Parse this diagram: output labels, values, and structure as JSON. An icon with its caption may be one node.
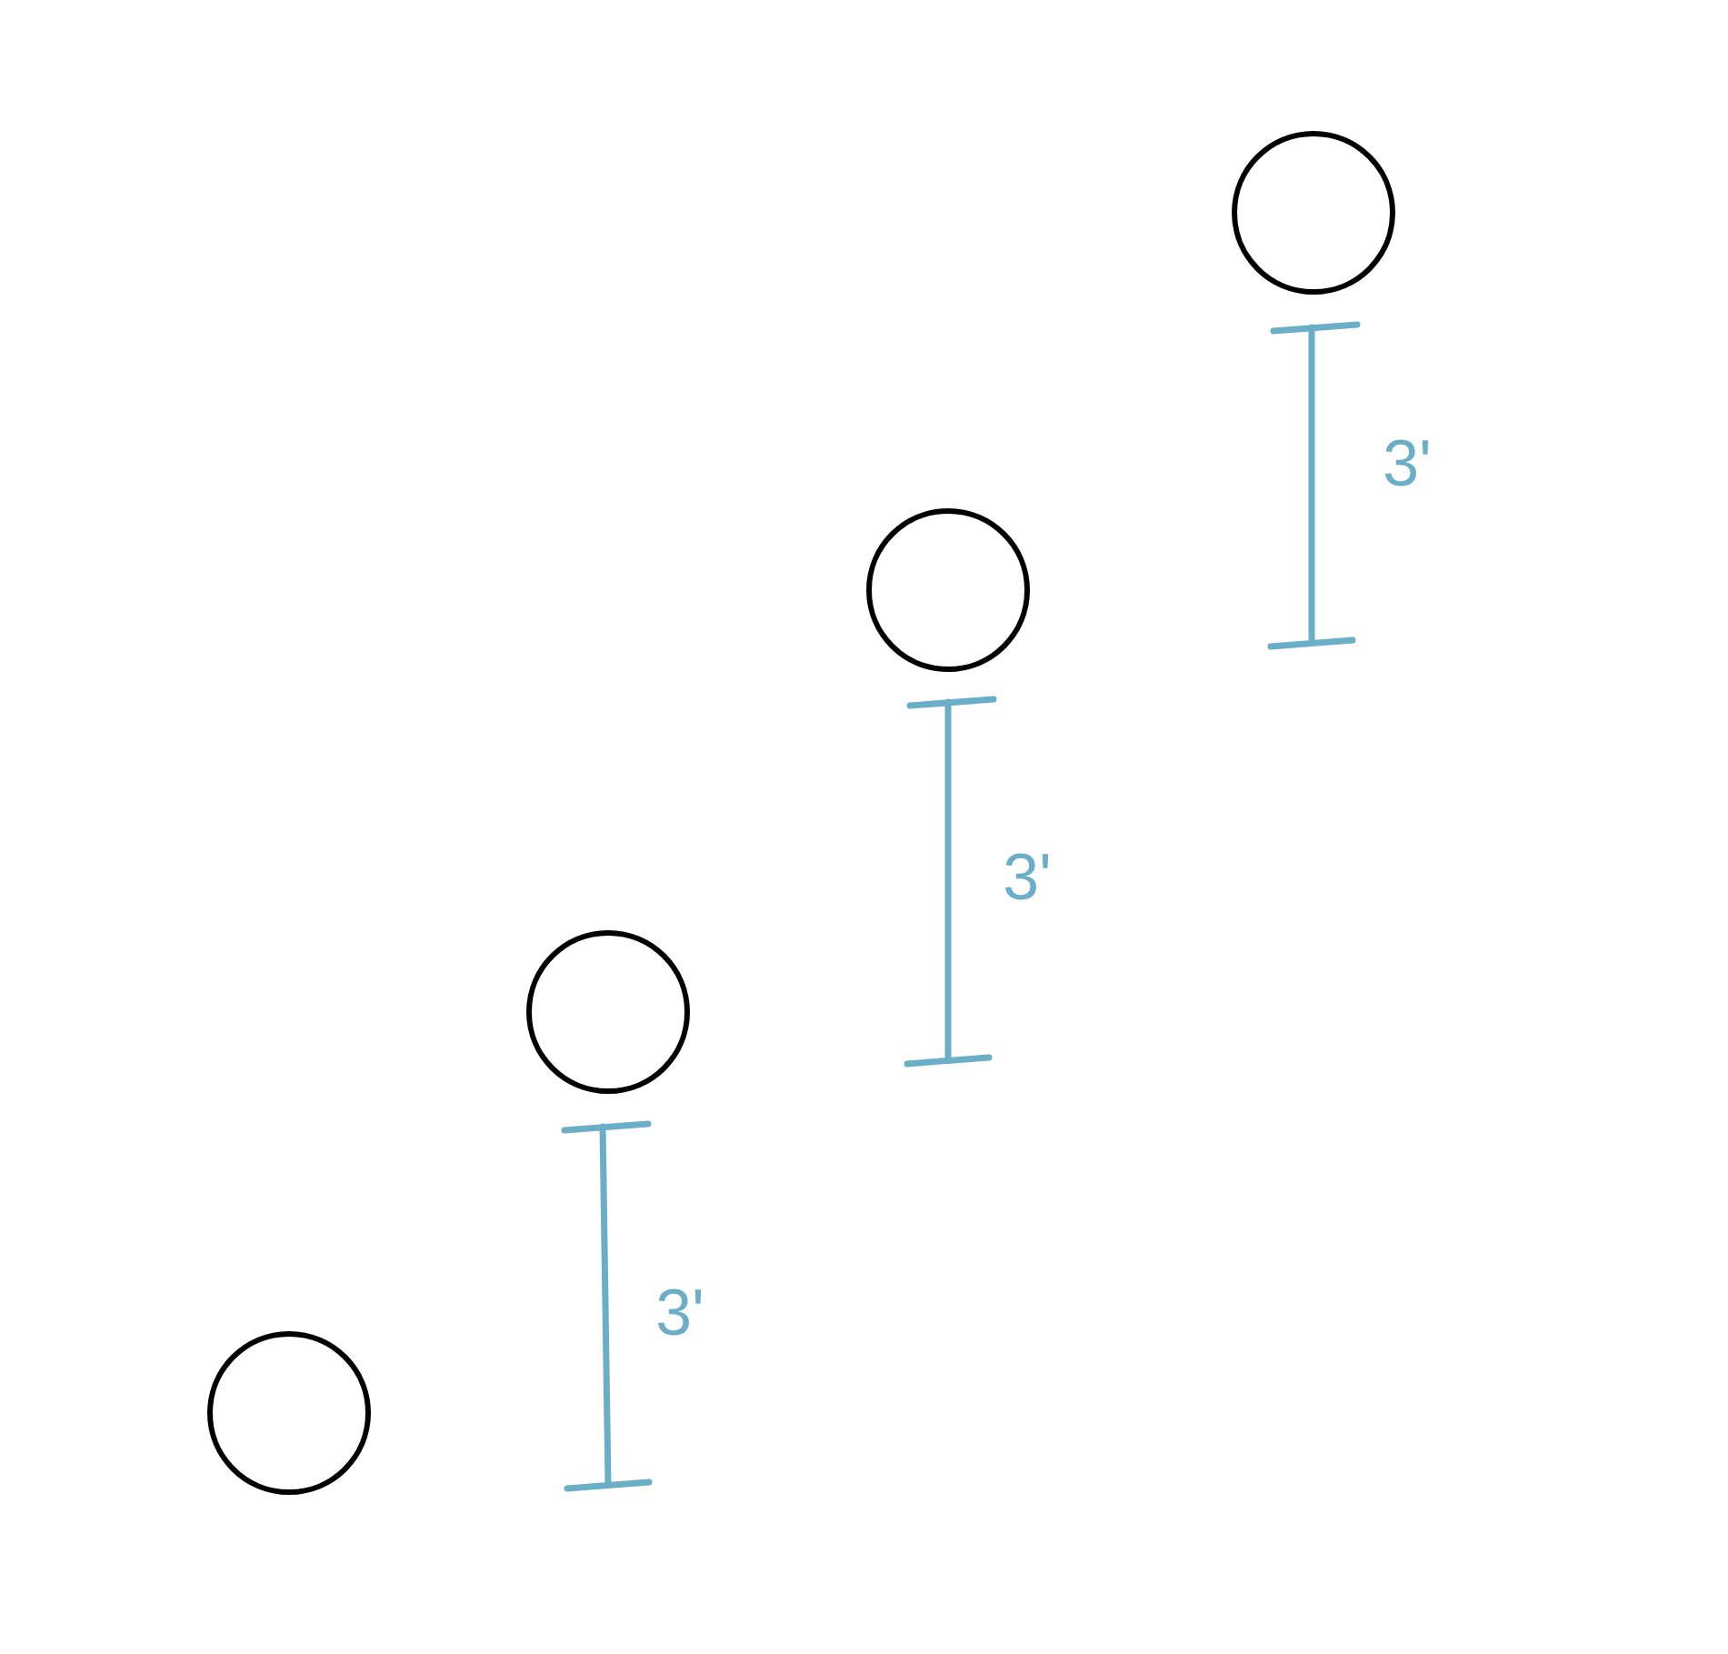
{
  "diagram": {
    "nodes": [
      {
        "text": [],
        "shape": "circle"
      },
      {
        "text": [],
        "shape": "circle"
      },
      {
        "text": [],
        "shape": "circle"
      },
      {
        "text": [],
        "shape": "circle"
      }
    ],
    "labels": [
      "3'",
      "3'",
      "3'"
    ]
  }
}
